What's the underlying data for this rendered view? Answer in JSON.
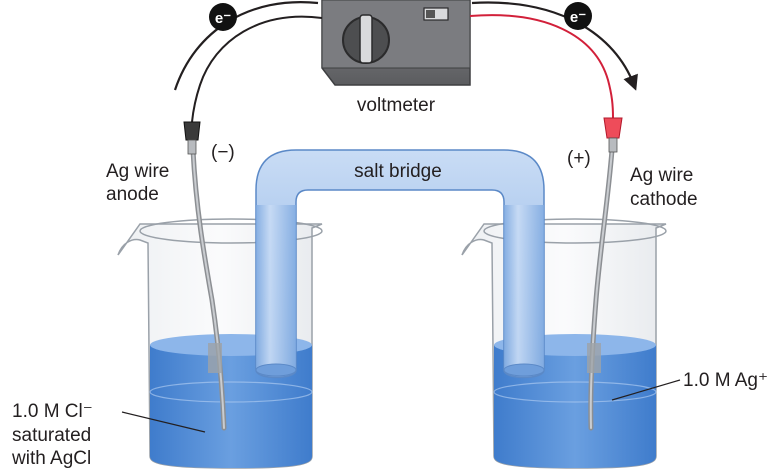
{
  "diagram": {
    "voltmeter_label": "voltmeter",
    "electron_left": "e⁻",
    "electron_right": "e⁻",
    "anode": {
      "sign": "(−)",
      "line1": "Ag wire",
      "line2": "anode"
    },
    "cathode": {
      "sign": "(+)",
      "line1": "Ag wire",
      "line2": "cathode"
    },
    "salt_bridge_label": "salt bridge",
    "left_solution": {
      "line1": "1.0 M Cl⁻",
      "line2": "saturated",
      "line3": "with AgCl"
    },
    "right_solution": {
      "line1": "1.0 M Ag⁺"
    },
    "colors": {
      "solution": "#4a86d4",
      "bridge": "#9fc2ec",
      "meter_body": "#6d6e71",
      "wire_negative": "#231f20",
      "wire_positive": "#d2203a",
      "clip_positive": "#ee4c5a",
      "clip_negative": "#3a3a3a"
    }
  }
}
